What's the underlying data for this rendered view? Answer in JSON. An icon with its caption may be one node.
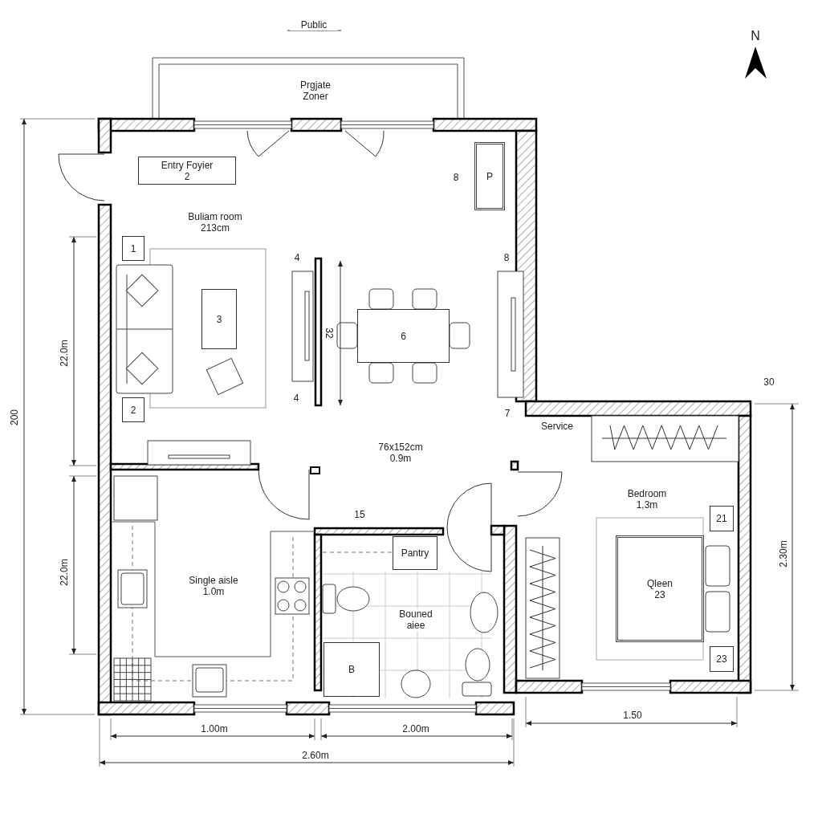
{
  "diagram": {
    "nodes": [
      {
        "text": [
          "Entry Foyier",
          "2"
        ]
      },
      {
        "text": [
          "1"
        ]
      },
      {
        "text": [
          "2"
        ]
      },
      {
        "text": [
          "3"
        ]
      },
      {
        "text": [
          "6"
        ]
      },
      {
        "text": [
          "P"
        ]
      },
      {
        "text": [
          "Pantry"
        ]
      },
      {
        "text": [
          "B"
        ]
      },
      {
        "text": [
          "21"
        ]
      },
      {
        "text": [
          "Qleen",
          "23"
        ]
      },
      {
        "text": [
          "23"
        ]
      }
    ],
    "labels": [
      "Public",
      "N",
      "Prgjate Zoner",
      "8",
      "Buliam room 213cm",
      "4",
      "8",
      "32",
      "30",
      "4",
      "7",
      "Service",
      "76x152cm 0.9m",
      "15",
      "Bedroom 1,3m",
      "Single aisle 1.0m",
      "Bouned aiee",
      "200",
      "22.0m",
      "22.0m",
      "2.30m",
      "1.00m",
      "2.00m",
      "1.50",
      "2.60m"
    ]
  }
}
